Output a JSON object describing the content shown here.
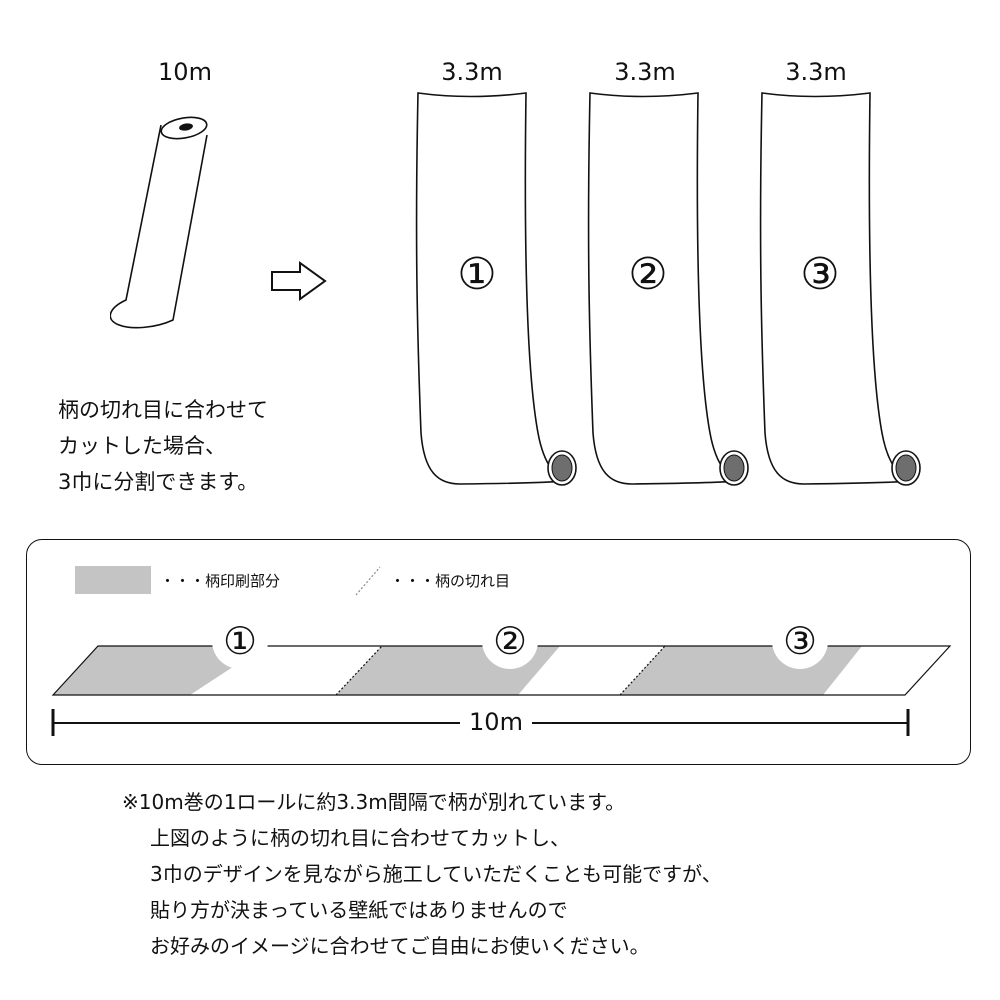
{
  "top": {
    "roll_label": "10m",
    "panel_labels": [
      "3.3m",
      "3.3m",
      "3.3m"
    ],
    "panel_numbers": [
      "①",
      "②",
      "③"
    ],
    "description": [
      "柄の切れ目に合わせて",
      "カットした場合、",
      "3巾に分割できます。"
    ]
  },
  "diagram": {
    "legend": {
      "printed_label": "・・・柄印刷部分",
      "cut_label": "・・・柄の切れ目",
      "printed_color": "#c4c4c4"
    },
    "section_numbers": [
      "①",
      "②",
      "③"
    ],
    "length_label": "10m"
  },
  "note": {
    "lines": [
      "※10m巻の1ロールに約3.3m間隔で柄が別れています。",
      "上図のように柄の切れ目に合わせてカットし、",
      "3巾のデザインを見ながら施工していただくことも可能ですが、",
      "貼り方が決まっている壁紙ではありませんので",
      "お好みのイメージに合わせてご自由にお使いください。"
    ]
  }
}
